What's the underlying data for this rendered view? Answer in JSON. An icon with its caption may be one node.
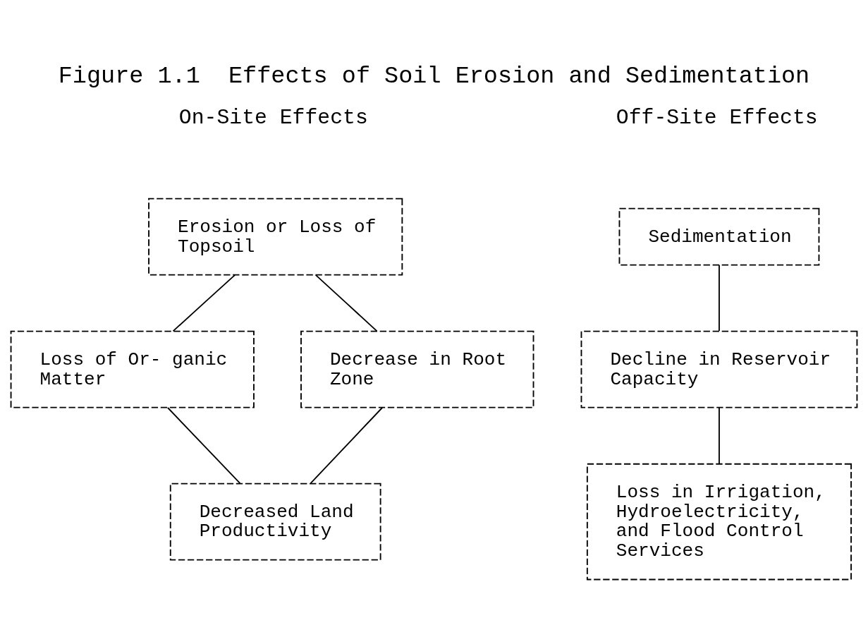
{
  "diagram": {
    "title": "Figure 1.1  Effects of Soil Erosion and Sedimentation",
    "nodes": [
      {
        "text": [
          "Erosion or Loss of Topsoil"
        ]
      },
      {
        "text": [
          "Loss of Or- ganic Matter"
        ]
      },
      {
        "text": [
          "Decrease in Root Zone"
        ]
      },
      {
        "text": [
          "Decreased Land Productivity"
        ]
      },
      {
        "text": [
          "Sedimentation"
        ]
      },
      {
        "text": [
          "Decline in Reservoir Capacity"
        ]
      },
      {
        "text": [
          "Loss in Irrigation, Hydroelectricity, and Flood Control Services"
        ]
      }
    ],
    "edges": [
      {
        "from": 0,
        "to": 1,
        "arrow": "none"
      },
      {
        "from": 0,
        "to": 2,
        "arrow": "none"
      },
      {
        "from": 1,
        "to": 3,
        "arrow": "none"
      },
      {
        "from": 2,
        "to": 3,
        "arrow": "none"
      },
      {
        "from": 4,
        "to": 5,
        "arrow": "none"
      },
      {
        "from": 5,
        "to": 6,
        "arrow": "none"
      }
    ],
    "labels": [
      "On-Site Effects",
      "Off-Site Effects"
    ]
  }
}
